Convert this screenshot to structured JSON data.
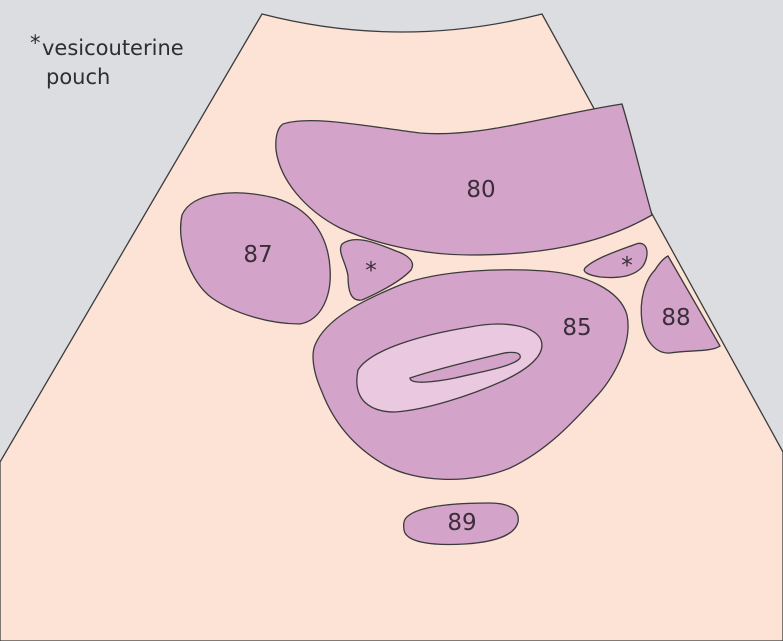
{
  "legend": {
    "symbol": "*",
    "line1": "vesicouterine",
    "line2": "pouch"
  },
  "structures": [
    {
      "id": "s80",
      "label": "80"
    },
    {
      "id": "s87",
      "label": "87"
    },
    {
      "id": "s85",
      "label": "85"
    },
    {
      "id": "s88",
      "label": "88"
    },
    {
      "id": "s89",
      "label": "89"
    },
    {
      "id": "pouch-left",
      "label": "*"
    },
    {
      "id": "pouch-right",
      "label": "*"
    }
  ],
  "colors": {
    "background": "#dcdde0",
    "sector": "#fde3d6",
    "organ": "#d4a3c9",
    "inner": "#e9c8e0",
    "outline": "#3b3b3b"
  }
}
